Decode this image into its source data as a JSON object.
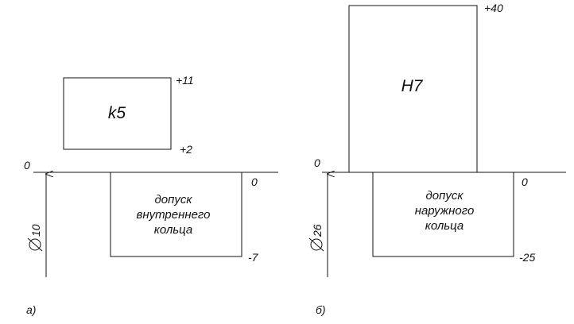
{
  "panel_a": {
    "zero": "0",
    "diameter": "10",
    "shaft_field": {
      "name": "k5",
      "upper": "+11",
      "lower": "+2"
    },
    "ring_field": {
      "lines": [
        "допуск",
        "внутреннего",
        "кольца"
      ],
      "upper": "0",
      "lower": "-7"
    },
    "caption": "а)"
  },
  "panel_b": {
    "zero": "0",
    "diameter": "26",
    "hole_field": {
      "name": "H7",
      "upper": "+40"
    },
    "ring_field": {
      "lines": [
        "допуск",
        "наружного",
        "кольца"
      ],
      "upper": "0",
      "lower": "-25"
    },
    "caption": "б)"
  }
}
